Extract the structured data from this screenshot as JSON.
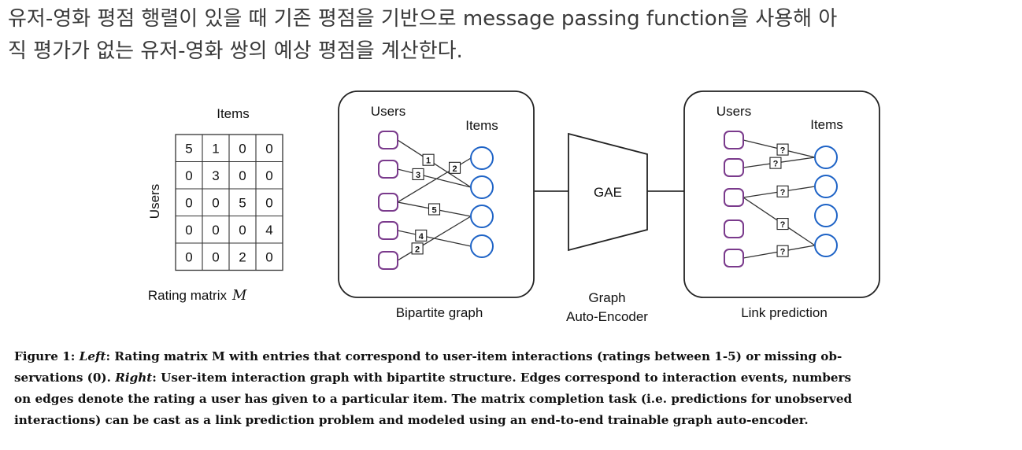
{
  "intro": {
    "line1": "유저-영화 평점 행렬이 있을 때 기존 평점을 기반으로 message passing function을 사용해 아",
    "line2": "직 평가가 없는 유저-영화 쌍의 예상 평점을 계산한다."
  },
  "figure": {
    "matrix": {
      "items_label": "Items",
      "users_label": "Users",
      "caption_prefix": "Rating matrix",
      "caption_symbol": "M",
      "rows": [
        [
          "5",
          "1",
          "0",
          "0"
        ],
        [
          "0",
          "3",
          "0",
          "0"
        ],
        [
          "0",
          "0",
          "5",
          "0"
        ],
        [
          "0",
          "0",
          "0",
          "4"
        ],
        [
          "0",
          "0",
          "2",
          "0"
        ]
      ]
    },
    "bipartite": {
      "users_label": "Users",
      "items_label": "Items",
      "caption": "Bipartite graph",
      "edges": [
        {
          "user": 0,
          "item": 1,
          "rating": "1"
        },
        {
          "user": 1,
          "item": 1,
          "rating": "3"
        },
        {
          "user": 2,
          "item": 0,
          "rating": "2"
        },
        {
          "user": 2,
          "item": 2,
          "rating": "5"
        },
        {
          "user": 3,
          "item": 3,
          "rating": "4"
        },
        {
          "user": 4,
          "item": 2,
          "rating": "2"
        }
      ]
    },
    "gae": {
      "label": "GAE",
      "caption_line1": "Graph",
      "caption_line2": "Auto-Encoder"
    },
    "link": {
      "users_label": "Users",
      "items_label": "Items",
      "caption": "Link prediction",
      "edges": [
        {
          "user": 0,
          "item": 0,
          "rating": "?"
        },
        {
          "user": 1,
          "item": 0,
          "rating": "?"
        },
        {
          "user": 2,
          "item": 1,
          "rating": "?"
        },
        {
          "user": 2,
          "item": 3,
          "rating": "?"
        },
        {
          "user": 4,
          "item": 3,
          "rating": "?"
        }
      ]
    },
    "colors": {
      "user_node": "#7a3a8c",
      "item_node": "#1e63c6",
      "edge": "#333333"
    }
  },
  "caption": {
    "fig_label": "Figure 1:",
    "left_label": "Left",
    "line1_rest": ": Rating matrix M with entries that correspond to user-item interactions (ratings between 1-5) or missing ob-",
    "line2_start": "servations (0).",
    "right_label": "Right",
    "line2_rest": ": User-item interaction graph with bipartite structure. Edges correspond to interaction events, numbers",
    "line3": "on edges denote the rating a user has given to a particular item. The matrix completion task (i.e. predictions for unobserved",
    "line4": "interactions) can be cast as a link prediction problem and modeled using an end-to-end trainable graph auto-encoder."
  }
}
